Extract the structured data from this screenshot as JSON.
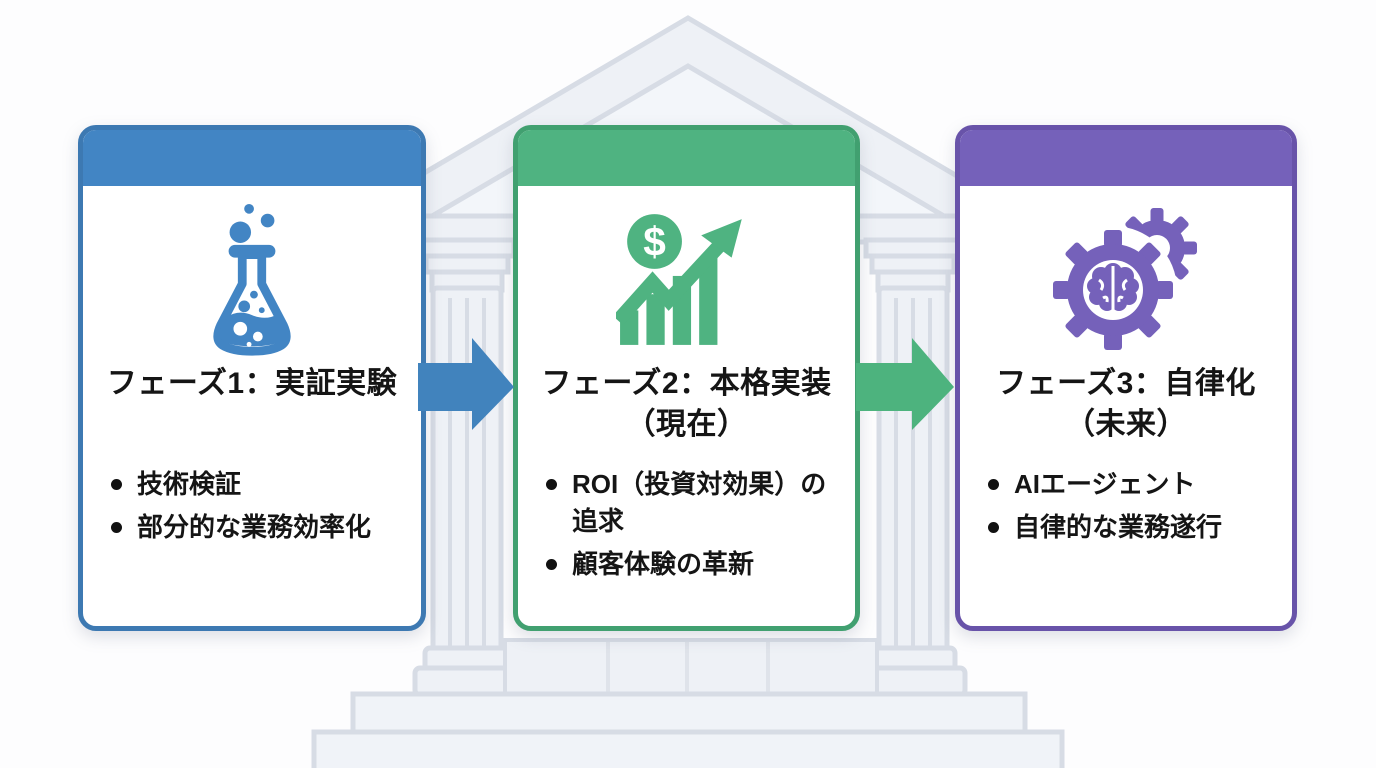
{
  "figure": {
    "kind": "three-phase-roadmap-infographic",
    "language": "ja",
    "background_motif": "classical-bank-building"
  },
  "phases": [
    {
      "title": "フェーズ1：実証実験",
      "subtitle": "",
      "icon": "flask-icon",
      "colors": {
        "accent": "#4285c4",
        "border": "#3d79b2"
      },
      "bullets": [
        "技術検証",
        "部分的な業務効率化"
      ]
    },
    {
      "title": "フェーズ2：本格実装",
      "subtitle": "（現在）",
      "icon": "growth-chart-icon",
      "icon_text": "$",
      "colors": {
        "accent": "#4fb381",
        "border": "#41a070"
      },
      "bullets": [
        "ROI（投資対効果）の追求",
        "顧客体験の革新"
      ]
    },
    {
      "title": "フェーズ3：自律化",
      "subtitle": "（未来）",
      "icon": "brain-gear-icon",
      "colors": {
        "accent": "#7561ba",
        "border": "#6853a9"
      },
      "bullets": [
        "AIエージェント",
        "自律的な業務遂行"
      ]
    }
  ],
  "arrows": [
    {
      "icon": "arrow-right-icon",
      "color": "#4183bd"
    },
    {
      "icon": "arrow-right-icon",
      "color": "#4db37e"
    }
  ],
  "background_colors": {
    "page": "#fdfdfe",
    "building_fill": "#eef1f6",
    "building_stroke": "#d7dce5"
  }
}
